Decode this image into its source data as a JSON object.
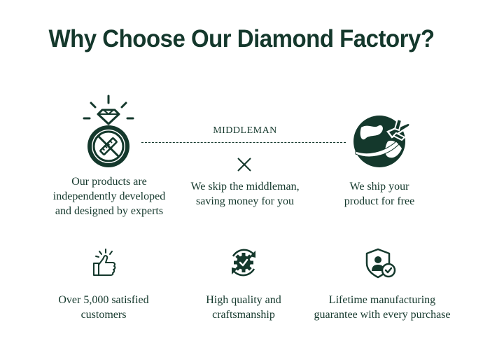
{
  "title": "Why Choose Our Diamond Factory?",
  "colors": {
    "primary": "#14382c",
    "background": "#ffffff"
  },
  "middleman": {
    "label": "MIDDLEMAN",
    "icon": "x-icon"
  },
  "features_top": [
    {
      "icon": "diamond-ring-no-tools-icon",
      "text": "Our products are\nindependently developed\nand designed by experts"
    },
    {
      "icon": "x-icon",
      "text": "We skip the middleman,\nsaving money for you"
    },
    {
      "icon": "globe-airplane-icon",
      "text": "We ship your\nproduct for free"
    }
  ],
  "features_bottom": [
    {
      "icon": "thumbs-up-icon",
      "text": "Over 5,000 satisfied\ncustomers"
    },
    {
      "icon": "quality-gear-check-icon",
      "text": "High quality and\ncraftsmanship"
    },
    {
      "icon": "shield-user-check-icon",
      "text": "Lifetime manufacturing\nguarantee with every purchase"
    }
  ]
}
